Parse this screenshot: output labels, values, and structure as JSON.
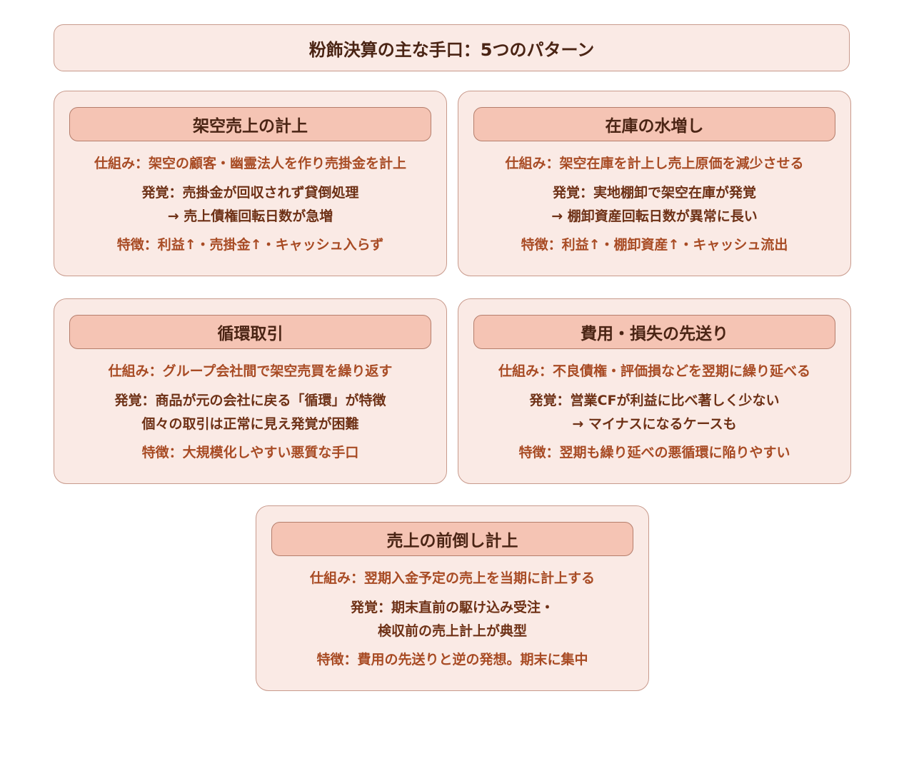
{
  "title": "粉飾決算の主な手口：5つのパターン",
  "colors": {
    "card_bg": "#faeae5",
    "card_border": "#c89a8c",
    "header_bg": "#f5c4b4",
    "header_border": "#b57e6c",
    "title_text": "#4a2414",
    "mechanism_text": "#a84b24",
    "detection_text": "#6e3116",
    "feature_text": "#a84b24"
  },
  "patterns": [
    {
      "title": "架空売上の計上",
      "mechanism": "仕組み：架空の顧客・幽霊法人を作り売掛金を計上",
      "detection": [
        "発覚：売掛金が回収されず貸倒処理",
        "→ 売上債権回転日数が急増"
      ],
      "feature": "特徴：利益↑・売掛金↑・キャッシュ入らず"
    },
    {
      "title": "在庫の水増し",
      "mechanism": "仕組み：架空在庫を計上し売上原価を減少させる",
      "detection": [
        "発覚：実地棚卸で架空在庫が発覚",
        "→ 棚卸資産回転日数が異常に長い"
      ],
      "feature": "特徴：利益↑・棚卸資産↑・キャッシュ流出"
    },
    {
      "title": "循環取引",
      "mechanism": "仕組み：グループ会社間で架空売買を繰り返す",
      "detection": [
        "発覚：商品が元の会社に戻る「循環」が特徴",
        "個々の取引は正常に見え発覚が困難"
      ],
      "feature": "特徴：大規模化しやすい悪質な手口"
    },
    {
      "title": "費用・損失の先送り",
      "mechanism": "仕組み：不良債権・評価損などを翌期に繰り延べる",
      "detection": [
        "発覚：営業CFが利益に比べ著しく少ない",
        "→ マイナスになるケースも"
      ],
      "feature": "特徴：翌期も繰り延べの悪循環に陥りやすい"
    },
    {
      "title": "売上の前倒し計上",
      "mechanism": "仕組み：翌期入金予定の売上を当期に計上する",
      "detection": [
        "発覚：期末直前の駆け込み受注・",
        "検収前の売上計上が典型"
      ],
      "feature": "特徴：費用の先送りと逆の発想。期末に集中"
    }
  ]
}
